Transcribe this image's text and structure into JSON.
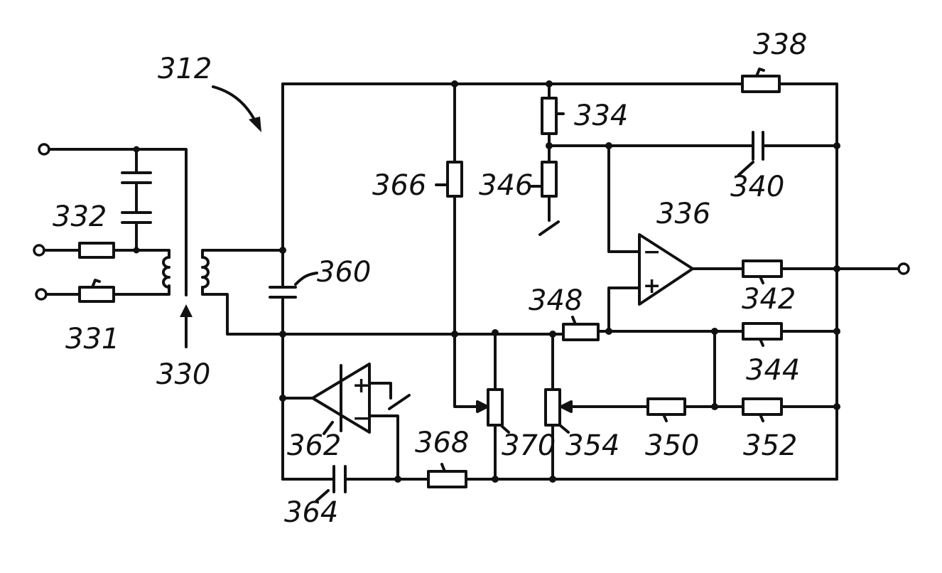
{
  "labels": {
    "l312": "312",
    "l338": "338",
    "l334": "334",
    "l340": "340",
    "l366": "366",
    "l346": "346",
    "l336": "336",
    "l332": "332",
    "l360": "360",
    "l342": "342",
    "l331": "331",
    "l330": "330",
    "l348": "348",
    "l344": "344",
    "l362": "362",
    "l368": "368",
    "l370": "370",
    "l354": "354",
    "l350": "350",
    "l352": "352",
    "l364": "364"
  },
  "signs": {
    "op336_minus": "−",
    "op336_plus": "+",
    "op362_plus": "+",
    "op362_minus": "−"
  }
}
